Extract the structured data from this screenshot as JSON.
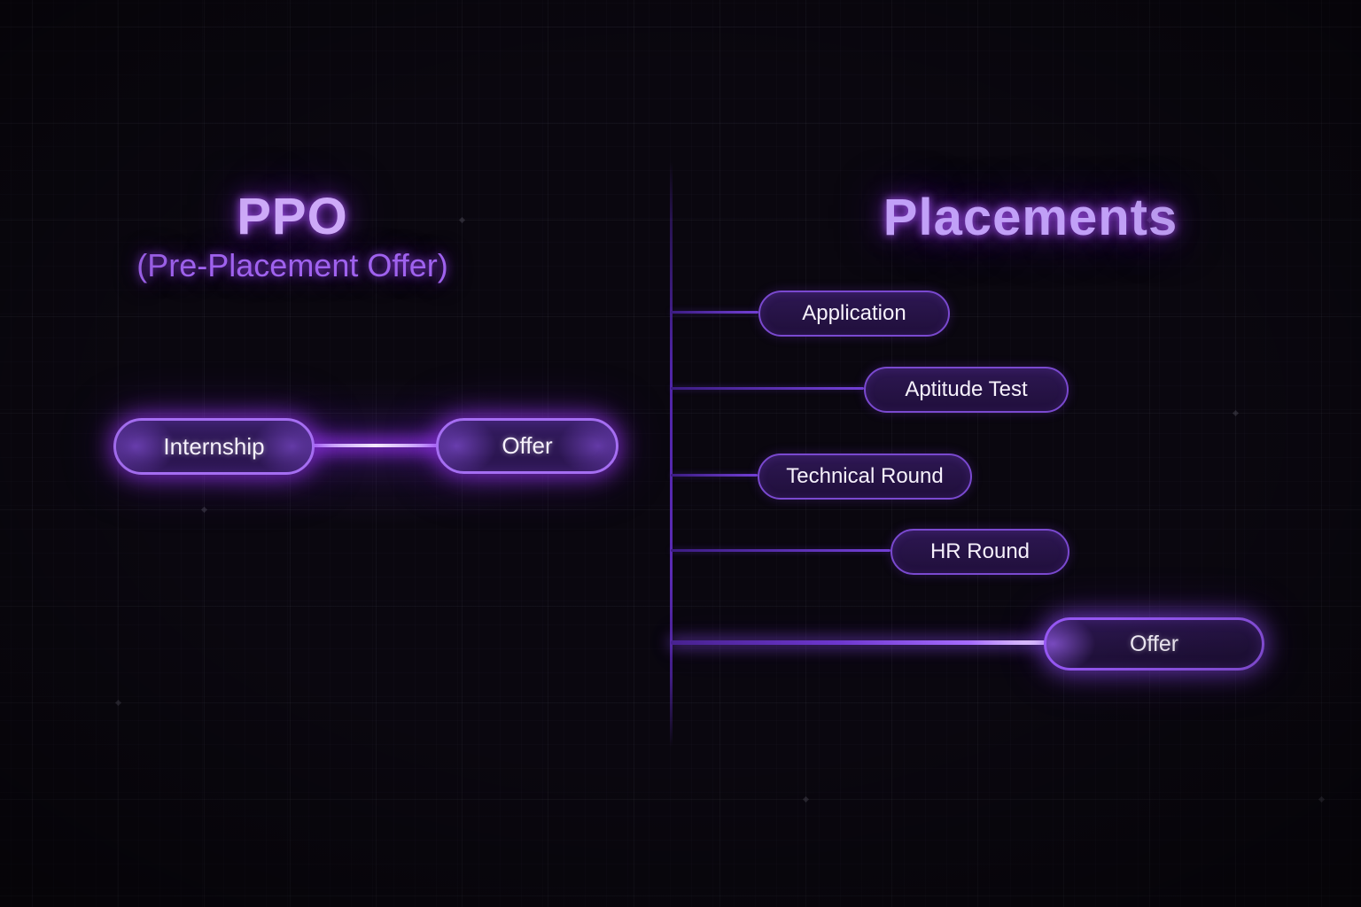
{
  "left": {
    "title": "PPO",
    "subtitle": "(Pre-Placement Offer)",
    "nodes": [
      {
        "label": "Internship"
      },
      {
        "label": "Offer"
      }
    ]
  },
  "right": {
    "title": "Placements",
    "nodes": [
      {
        "label": "Application"
      },
      {
        "label": "Aptitude Test"
      },
      {
        "label": "Technical Round"
      },
      {
        "label": "HR Round"
      },
      {
        "label": "Offer"
      }
    ]
  },
  "colors": {
    "background": "#0a070f",
    "title_glow": "#cdaaf8",
    "subtitle": "#9f62ee",
    "bright_pill_border": "#a56ef2",
    "dim_pill_border": "#7a49cf",
    "pill_fill_dark": "#2a1548",
    "spine_line": "#5b2bb5",
    "bright_connector_core": "#f3eaff",
    "text": "#f6f1fb"
  }
}
